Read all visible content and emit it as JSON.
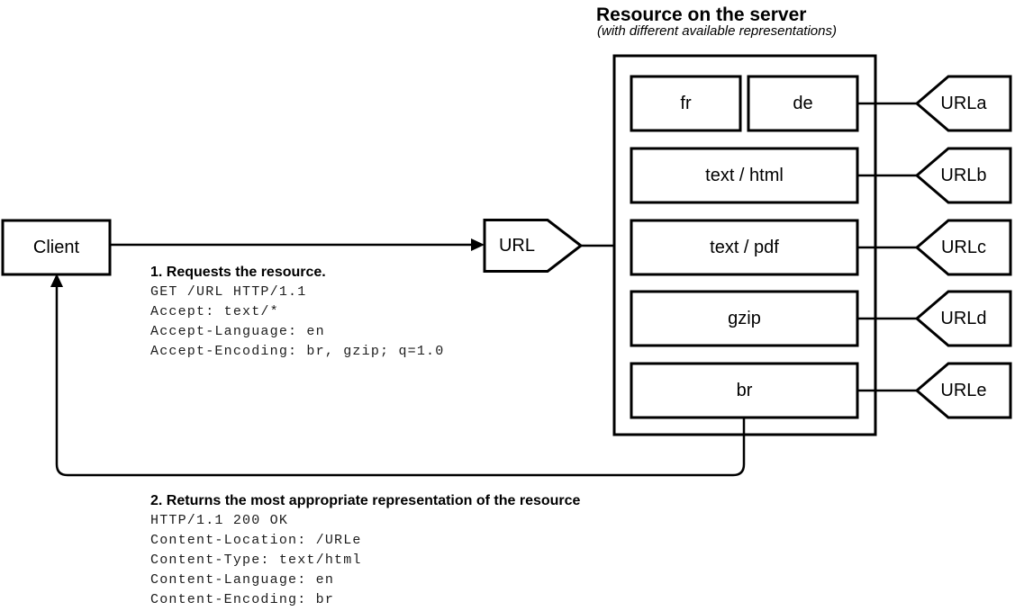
{
  "header": {
    "title": "Resource on the server",
    "subtitle": "(with different available representations)"
  },
  "client": {
    "label": "Client"
  },
  "url_node": {
    "label": "URL"
  },
  "server": {
    "rows": [
      {
        "boxes": [
          "fr",
          "de"
        ],
        "url_tag": "URLa"
      },
      {
        "boxes": [
          "text / html"
        ],
        "url_tag": "URLb"
      },
      {
        "boxes": [
          "text / pdf"
        ],
        "url_tag": "URLc"
      },
      {
        "boxes": [
          "gzip"
        ],
        "url_tag": "URLd"
      },
      {
        "boxes": [
          "br"
        ],
        "url_tag": "URLe"
      }
    ]
  },
  "request": {
    "heading": "1. Requests the resource.",
    "lines": [
      "GET /URL HTTP/1.1",
      "Accept: text/*",
      "Accept-Language: en",
      "Accept-Encoding: br, gzip; q=1.0"
    ]
  },
  "response": {
    "heading": "2. Returns the most appropriate representation of the resource",
    "lines": [
      "HTTP/1.1 200 OK",
      "Content-Location: /URLe",
      "Content-Type: text/html",
      "Content-Language: en",
      "Content-Encoding: br"
    ]
  },
  "colors": {
    "stroke": "#000000",
    "background": "#ffffff"
  }
}
